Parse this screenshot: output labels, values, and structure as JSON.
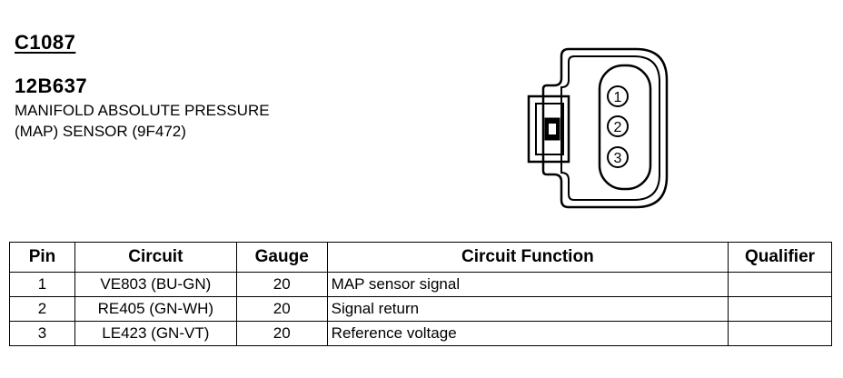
{
  "header": {
    "connector_id": "C1087",
    "part_number": "12B637",
    "description_line1": "MANIFOLD ABSOLUTE PRESSURE",
    "description_line2": "(MAP) SENSOR (9F472)"
  },
  "diagram": {
    "pin_labels": [
      "1",
      "2",
      "3"
    ]
  },
  "table": {
    "headers": {
      "pin": "Pin",
      "circuit": "Circuit",
      "gauge": "Gauge",
      "function": "Circuit Function",
      "qualifier": "Qualifier"
    },
    "rows": [
      {
        "pin": "1",
        "circuit": "VE803 (BU-GN)",
        "gauge": "20",
        "function": "MAP sensor signal",
        "qualifier": ""
      },
      {
        "pin": "2",
        "circuit": "RE405 (GN-WH)",
        "gauge": "20",
        "function": "Signal return",
        "qualifier": ""
      },
      {
        "pin": "3",
        "circuit": "LE423 (GN-VT)",
        "gauge": "20",
        "function": "Reference voltage",
        "qualifier": ""
      }
    ]
  }
}
